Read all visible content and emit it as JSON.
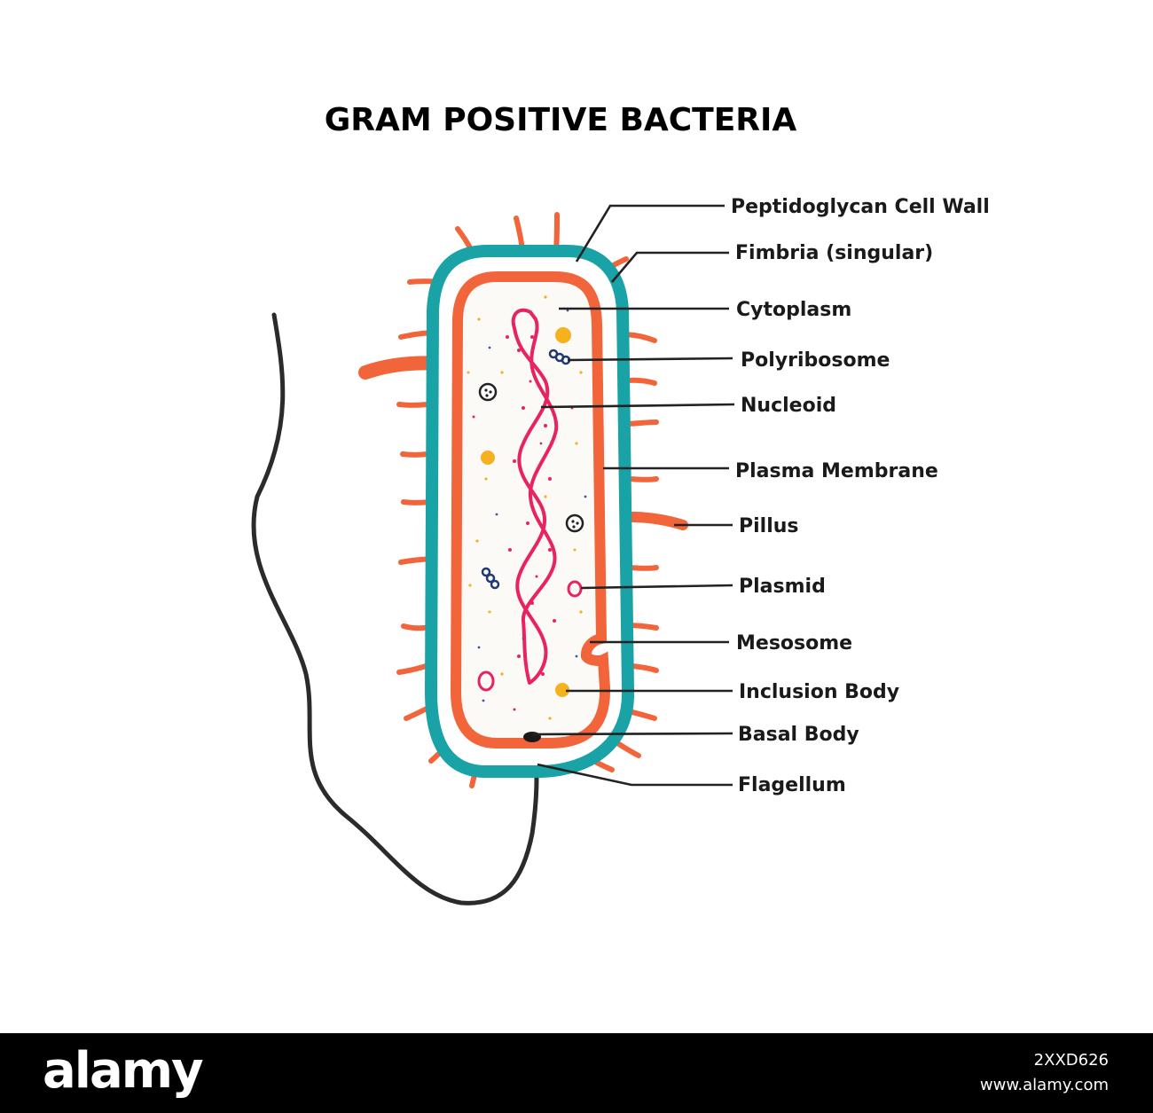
{
  "title": "GRAM POSITIVE BACTERIA",
  "labels": {
    "peptidoglycan_cell_wall": "Peptidoglycan Cell Wall",
    "fimbria": "Fimbria (singular)",
    "cytoplasm": "Cytoplasm",
    "polyribosome": "Polyribosome",
    "nucleoid": "Nucleoid",
    "plasma_membrane": "Plasma Membrane",
    "pillus": "Pillus",
    "plasmid": "Plasmid",
    "mesosome": "Mesosome",
    "inclusion_body": "Inclusion Body",
    "basal_body": "Basal Body",
    "flagellum": "Flagellum"
  },
  "colors": {
    "cell_wall": "#1aa3a6",
    "membrane": "#f2643a",
    "fimbriae": "#f2643a",
    "nucleoid": "#e8235f",
    "inclusion": "#f5b11e",
    "ribosome": "#1f3a73",
    "flagellum": "#2b2b2b",
    "cytoplasm": "#fbfaf6"
  },
  "footer": {
    "brand": "alamy",
    "image_code": "2XXD626",
    "url": "www.alamy.com"
  }
}
